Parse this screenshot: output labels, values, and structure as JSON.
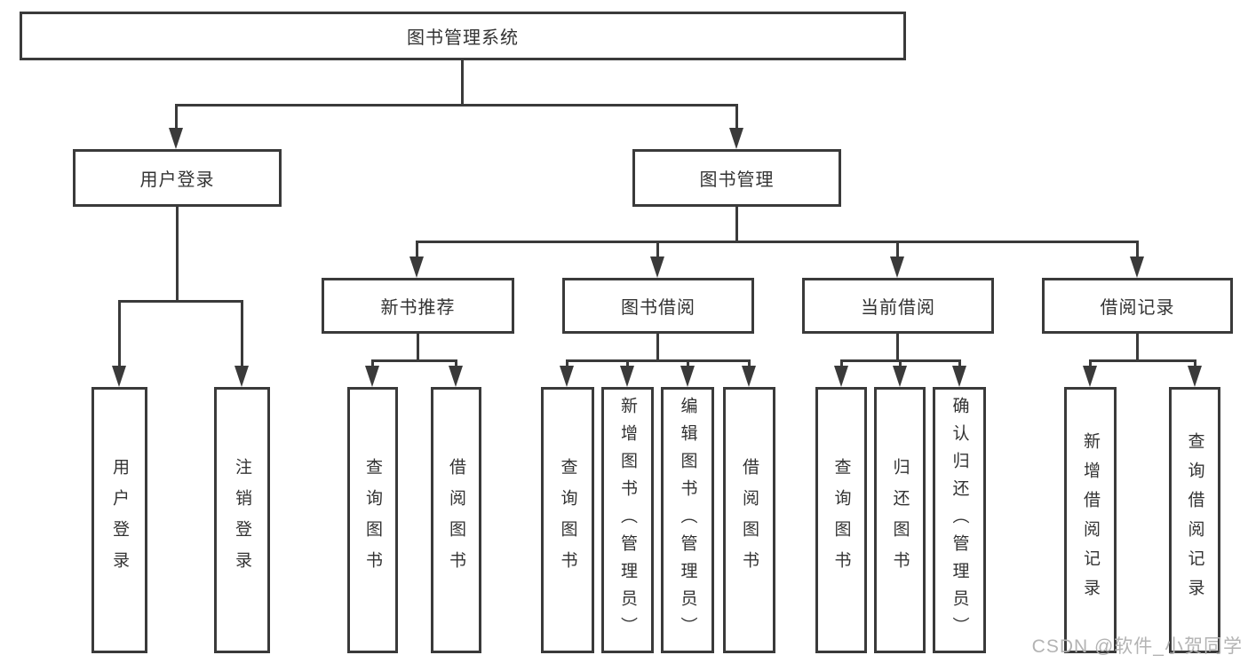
{
  "tree": {
    "root": "图书管理系统",
    "children": [
      {
        "label": "用户登录",
        "children": [
          "用户登录",
          "注销登录"
        ]
      },
      {
        "label": "图书管理",
        "children": [
          {
            "label": "新书推荐",
            "children": [
              "查询图书",
              "借阅图书"
            ]
          },
          {
            "label": "图书借阅",
            "children": [
              "查询图书",
              "新增图书（管理员）",
              "编辑图书（管理员）",
              "借阅图书"
            ]
          },
          {
            "label": "当前借阅",
            "children": [
              "查询图书",
              "归还图书",
              "确认归还（管理员）"
            ]
          },
          {
            "label": "借阅记录",
            "children": [
              "新增借阅记录",
              "查询借阅记录"
            ]
          }
        ]
      }
    ]
  },
  "colors": {
    "line": "#3a3a3a",
    "box_border": "#3a3a3a",
    "text": "#333333",
    "background": "#ffffff",
    "watermark": "#b3b3b3"
  },
  "watermark": "CSDN @软件_小贺同学"
}
